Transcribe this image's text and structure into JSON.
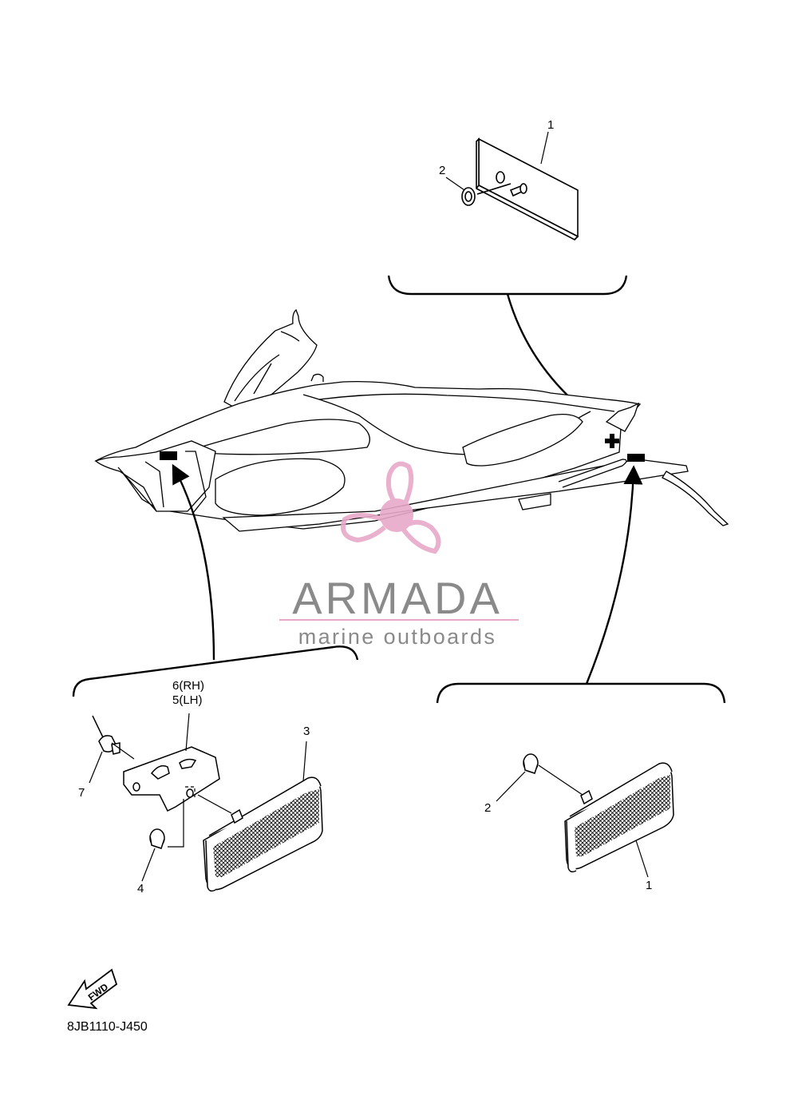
{
  "diagram": {
    "callouts": {
      "top_part": "1",
      "top_nut": "2",
      "bracket_rh": "6(RH)",
      "bracket_lh": "5(LH)",
      "left_reflector": "3",
      "rivet": "7",
      "left_nut": "4",
      "right_nut": "2",
      "right_reflector": "1"
    },
    "fwd_label": "FWD",
    "diagram_code": "8JB1110-J450"
  },
  "watermark": {
    "brand": "ARMADA",
    "tagline": "marine outboards",
    "brand_color": "#8a8a8a",
    "accent_color": "#e8a9c9",
    "icon": "propeller-icon"
  }
}
